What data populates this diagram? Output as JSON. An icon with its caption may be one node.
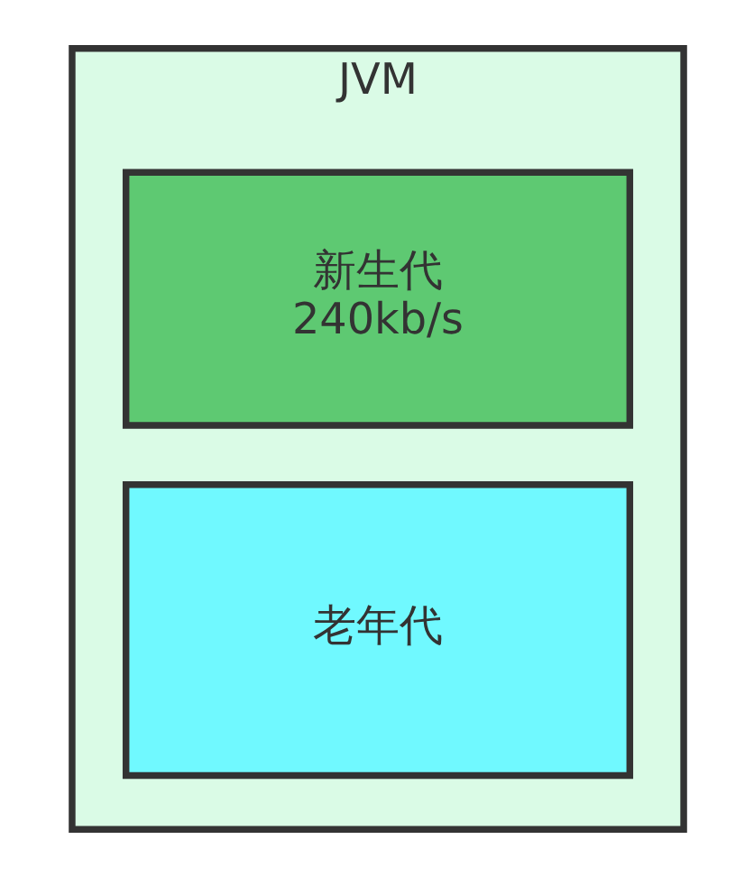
{
  "diagram": {
    "nodes": [
      {
        "text": [
          "JVM"
        ]
      },
      {
        "text": [
          "新生代",
          "240kb/s"
        ],
        "in": 0
      },
      {
        "text": [
          "老年代"
        ],
        "in": 0
      }
    ]
  }
}
